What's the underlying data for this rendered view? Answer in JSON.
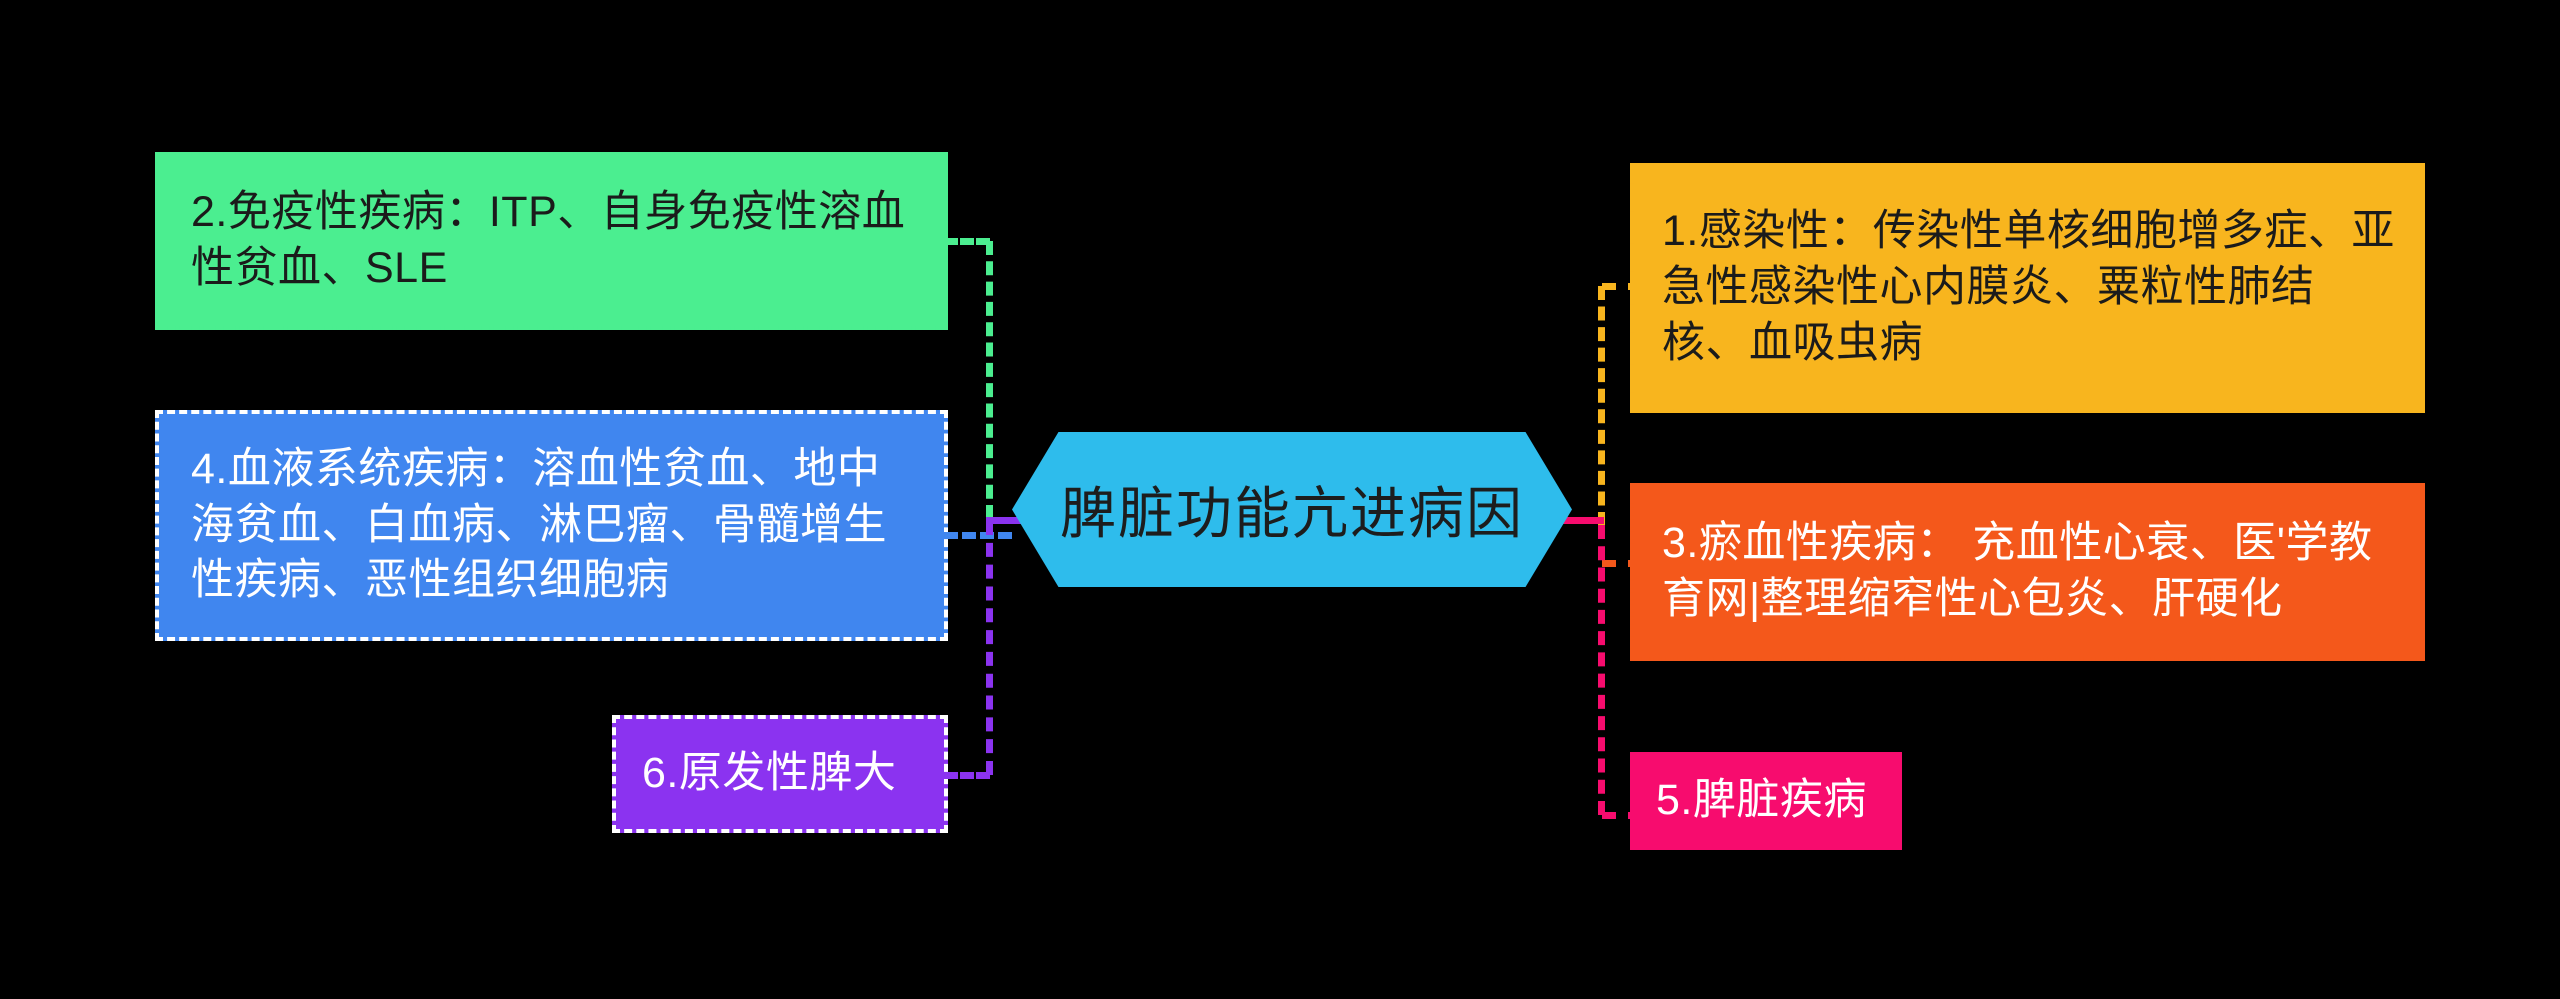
{
  "diagram": {
    "title": "脾脏功能亢进病因",
    "background_color": "#000000",
    "center": {
      "label": "脾脏功能亢进病因",
      "shape": "hexagon",
      "fill": "#2EBCEC",
      "text_color": "#1d1d1d"
    },
    "nodes": [
      {
        "id": "infection",
        "number": "1",
        "label": "1.感染性：传染性单核细胞增多症、亚急性感染性心内膜炎、粟粒性肺结核、血吸虫病",
        "fill": "#F8B51E",
        "text_color": "#1b1b1b",
        "border_color": "#F8B51E",
        "side": "right"
      },
      {
        "id": "immune",
        "number": "2",
        "label": "2.免疫性疾病：ITP、自身免疫性溶血性贫血、SLE",
        "fill": "#4BEE90",
        "text_color": "#1b1b1b",
        "border_color": "#4BEE90",
        "side": "left"
      },
      {
        "id": "congestive",
        "number": "3",
        "label": "3.瘀血性疾病： 充血性心衰、医'学教育网|整理缩窄性心包炎、肝硬化",
        "fill": "#F4581B",
        "text_color": "#FFFFFF",
        "border_color": "#F4581B",
        "side": "right"
      },
      {
        "id": "blood",
        "number": "4",
        "label": "4.血液系统疾病：溶血性贫血、地中海贫血、白血病、淋巴瘤、骨髓增生性疾病、恶性组织细胞病",
        "fill": "#4086EF",
        "text_color": "#FFFFFF",
        "border_color": "#FFFFFF",
        "side": "left"
      },
      {
        "id": "spleen_disease",
        "number": "5",
        "label": "5.脾脏疾病",
        "fill": "#F70C6E",
        "text_color": "#FFFFFF",
        "border_color": "#F70C6E",
        "side": "right"
      },
      {
        "id": "primary_splenomegaly",
        "number": "6",
        "label": "6.原发性脾大",
        "fill": "#8B33F0",
        "text_color": "#FFFFFF",
        "border_color": "#FFFFFF",
        "side": "left"
      }
    ],
    "connectors": [
      {
        "id": "green-link",
        "color": "#4BEE90",
        "style": "dashed",
        "from": "immune",
        "to": "center"
      },
      {
        "id": "blue-link",
        "color": "#4086EF",
        "style": "dashed",
        "from": "blood",
        "to": "center"
      },
      {
        "id": "purple-link",
        "color": "#8B33F0",
        "style": "dashed",
        "from": "primary_splenomegaly",
        "to": "center"
      },
      {
        "id": "yellow-link",
        "color": "#F8B51E",
        "style": "dashed",
        "from": "infection",
        "to": "center"
      },
      {
        "id": "orange-link",
        "color": "#F4581B",
        "style": "dashed",
        "from": "congestive",
        "to": "center"
      },
      {
        "id": "pink-link",
        "color": "#F70C6E",
        "style": "dashed",
        "from": "spleen_disease",
        "to": "center"
      }
    ]
  }
}
